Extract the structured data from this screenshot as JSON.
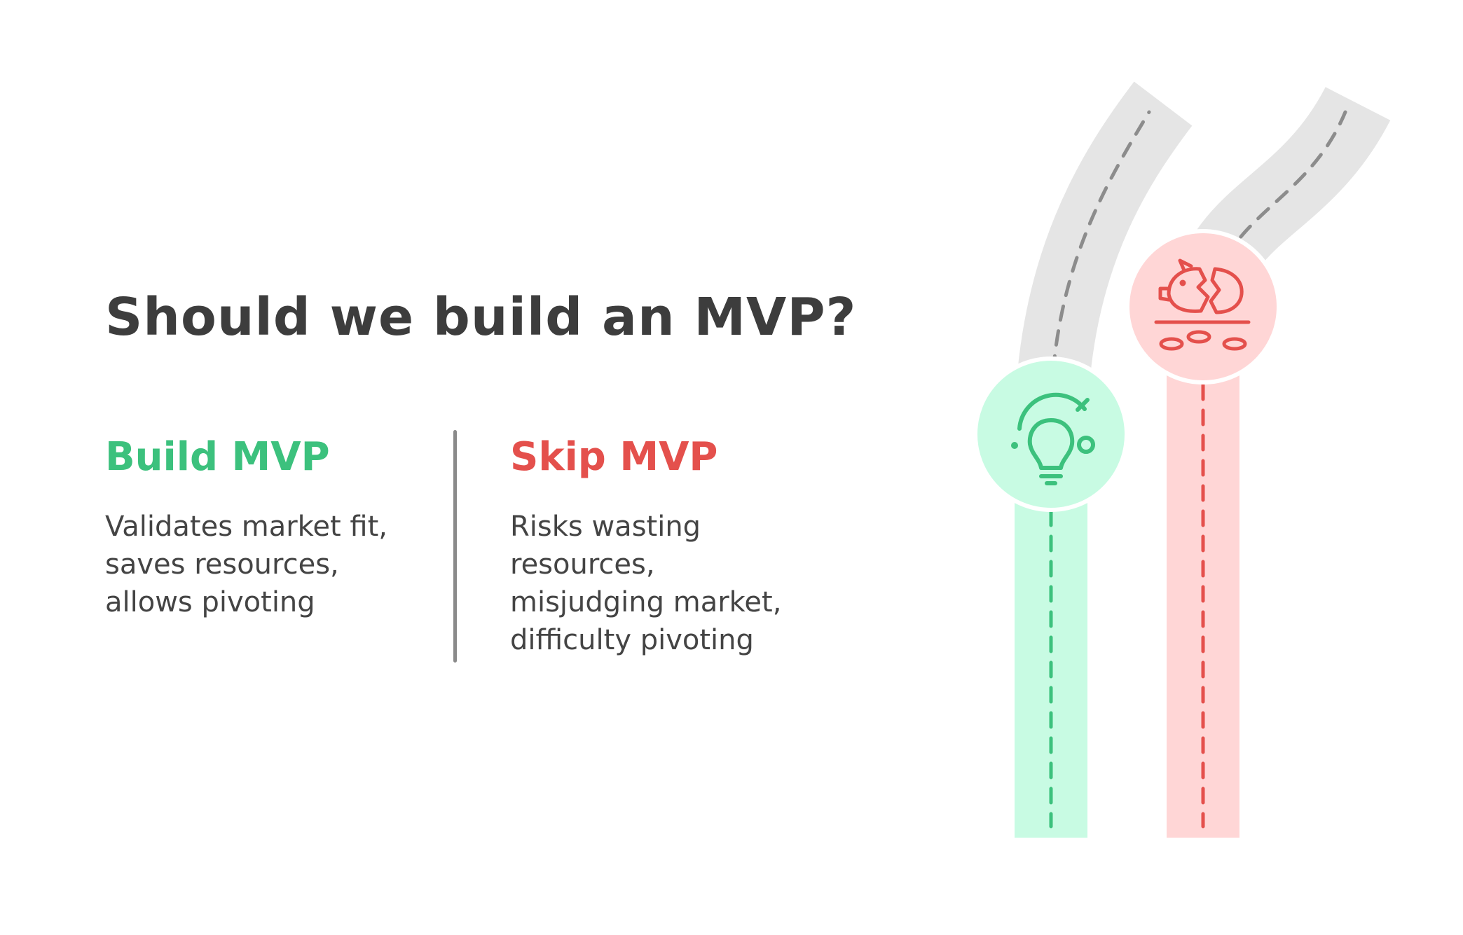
{
  "title": "Should we build an MVP?",
  "options": [
    {
      "heading": "Build MVP",
      "description": "Validates market fit, saves resources, allows pivoting",
      "color": "#3cc17d",
      "icon": "lightbulb-icon"
    },
    {
      "heading": "Skip MVP",
      "description": "Risks wasting resources, misjudging market, difficulty pivoting",
      "color": "#e4504c",
      "icon": "broken-piggy-bank-icon"
    }
  ],
  "colors": {
    "green_light": "#c8fbe3",
    "red_light": "#ffd6d6",
    "road_gray": "#e5e5e5",
    "dash_gray": "#8c8c8c",
    "title": "#3d3d3d",
    "text": "#444444"
  }
}
